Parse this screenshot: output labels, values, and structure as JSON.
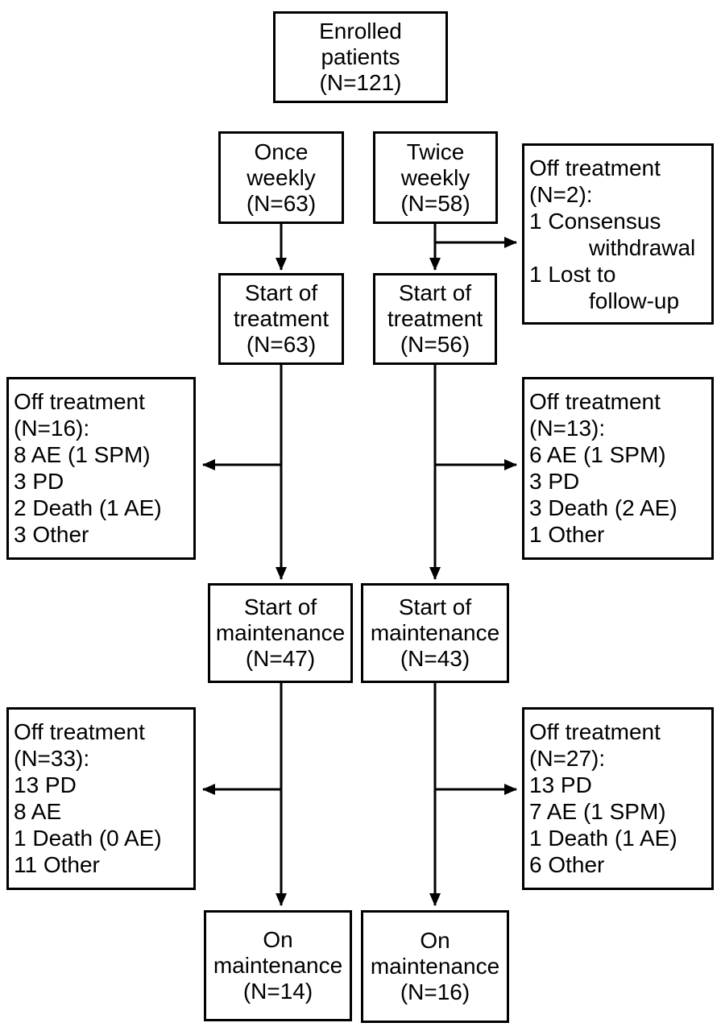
{
  "colors": {
    "box_border": "#000000",
    "text": "#000000",
    "arrow": "#000000",
    "box_fill": "#ffffff",
    "page_background": "#ffffff"
  },
  "flowchart": {
    "type": "patient-flow-diagram",
    "boxes": {
      "enrolled": {
        "lines": [
          "Enrolled",
          "patients",
          "(N=121)"
        ]
      },
      "once_weekly": {
        "lines": [
          "Once",
          "weekly",
          "(N=63)"
        ]
      },
      "twice_weekly": {
        "lines": [
          "Twice",
          "weekly",
          "(N=58)"
        ]
      },
      "off_treatment_pre_start": {
        "lines": [
          "Off treatment",
          "(N=2):",
          "1 Consensus",
          "withdrawal",
          "1 Lost to",
          "follow-up"
        ]
      },
      "start_treatment_once": {
        "lines": [
          "Start of",
          "treatment",
          "(N=63)"
        ]
      },
      "start_treatment_twice": {
        "lines": [
          "Start of",
          "treatment",
          "(N=56)"
        ]
      },
      "off_treatment_induction_once": {
        "lines": [
          "Off treatment",
          "(N=16):",
          "8 AE (1 SPM)",
          "3 PD",
          "2 Death (1 AE)",
          "3 Other"
        ]
      },
      "off_treatment_induction_twice": {
        "lines": [
          "Off treatment",
          "(N=13):",
          "6 AE (1 SPM)",
          "3 PD",
          "3 Death (2 AE)",
          "1 Other"
        ]
      },
      "start_maintenance_once": {
        "lines": [
          "Start of",
          "maintenance",
          "(N=47)"
        ]
      },
      "start_maintenance_twice": {
        "lines": [
          "Start of",
          "maintenance",
          "(N=43)"
        ]
      },
      "off_treatment_maintenance_once": {
        "lines": [
          "Off treatment",
          "(N=33):",
          "13 PD",
          "8 AE",
          "1 Death (0 AE)",
          "11 Other"
        ]
      },
      "off_treatment_maintenance_twice": {
        "lines": [
          "Off treatment",
          "(N=27):",
          "13 PD",
          "7 AE (1 SPM)",
          "1 Death (1 AE)",
          "6 Other"
        ]
      },
      "on_maintenance_once": {
        "lines": [
          "On",
          "maintenance",
          "(N=14)"
        ]
      },
      "on_maintenance_twice": {
        "lines": [
          "On",
          "maintenance",
          "(N=16)"
        ]
      }
    },
    "edges": [
      {
        "from": "once_weekly",
        "to": "start_treatment_once"
      },
      {
        "from": "twice_weekly",
        "to": "start_treatment_twice"
      },
      {
        "from": "twice_weekly",
        "to": "off_treatment_pre_start"
      },
      {
        "from": "start_treatment_once",
        "to": "start_maintenance_once"
      },
      {
        "from": "start_treatment_once",
        "to": "off_treatment_induction_once"
      },
      {
        "from": "start_treatment_twice",
        "to": "start_maintenance_twice"
      },
      {
        "from": "start_treatment_twice",
        "to": "off_treatment_induction_twice"
      },
      {
        "from": "start_maintenance_once",
        "to": "on_maintenance_once"
      },
      {
        "from": "start_maintenance_once",
        "to": "off_treatment_maintenance_once"
      },
      {
        "from": "start_maintenance_twice",
        "to": "on_maintenance_twice"
      },
      {
        "from": "start_maintenance_twice",
        "to": "off_treatment_maintenance_twice"
      }
    ]
  }
}
